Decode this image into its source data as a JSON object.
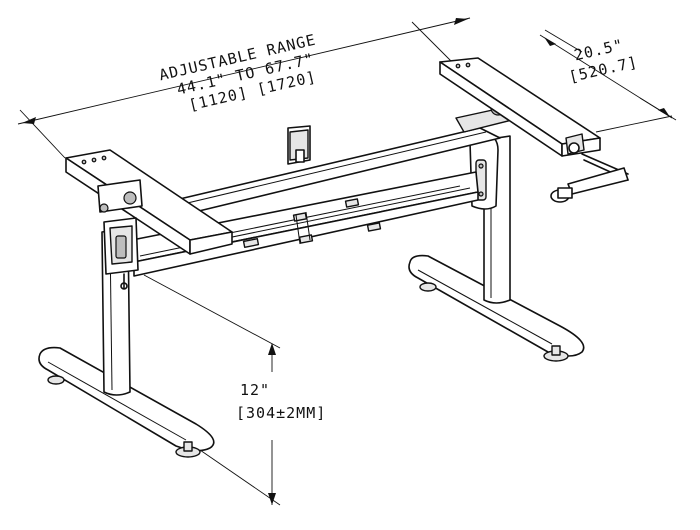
{
  "width_dimension": {
    "label": "ADJUSTABLE RANGE",
    "imperial": "44.1\" TO 67.7\"",
    "metric": "[1120]  [1720]"
  },
  "depth_dimension": {
    "imperial": "20.5\"",
    "metric": "[520.7]"
  },
  "height_dimension": {
    "imperial": "12\"",
    "metric": "[304±2MM]"
  }
}
